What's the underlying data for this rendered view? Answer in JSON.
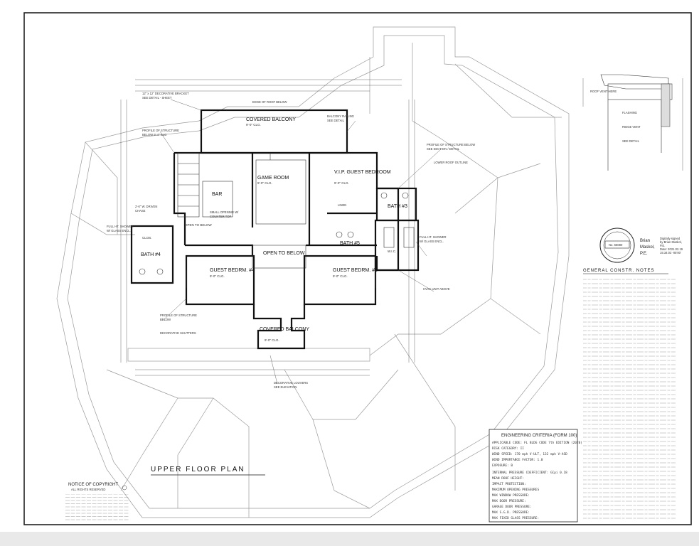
{
  "sheet": {
    "plan_title": "UPPER FLOOR PLAN"
  },
  "rooms": {
    "covered_balcony_top": "COVERED BALCONY",
    "game_room": "GAME ROOM",
    "vip_guest_bedroom": "V.I.P. GUEST BEDROOM",
    "bar": "BAR",
    "bath_3": "BATH #3",
    "bath_4": "BATH #4",
    "bath_5": "BATH #5",
    "open_to_below_main": "OPEN TO BELOW",
    "open_to_below_stair": "OPEN TO BELOW",
    "guest_bedrm_4": "GUEST BEDRM. #4",
    "guest_bedrm_3": "GUEST BEDRM. #3",
    "covered_balcony_bottom": "COVERED BALCONY",
    "clos": "CLOS.",
    "wic": "W.I.C.",
    "ceiling_note": "9'-0\" CLG."
  },
  "seal": {
    "name_line1": "Brian",
    "name_line2": "Maskol,",
    "name_line3": "P.E.",
    "signature_note_1": "Digitally signed",
    "signature_note_2": "by Brian Maskol,",
    "signature_note_3": "P.E.",
    "signature_note_4": "Date: 2021.02.19",
    "signature_note_5": "15:34:03 -05'00'",
    "stamp_number": "No. 66080"
  },
  "notes": {
    "general_title": "GENERAL CONSTR. NOTES",
    "copyright_title": "NOTICE OF COPYRIGHT",
    "copyright_sub": "ALL RIGHTS RESERVED"
  },
  "engineering": {
    "title": "ENGINEERING CRITERIA  (FORM 100)",
    "rows": [
      "APPLICABLE CODE: FL BLDG CODE 7th EDITION (2020)",
      "RISK CATEGORY: II",
      "WIND SPEED: 170 mph V-ULT, 132 mph V-ASD",
      "WIND IMPORTANCE FACTOR: 1.0",
      "EXPOSURE: B",
      "INTERNAL PRESSURE COEFFICIENT: GCpi 0.18",
      "MEAN ROOF HEIGHT:",
      "IMPACT PROTECTION:",
      "MAXIMUM OPENING PRESSURES",
      "MAX WINDOW PRESSURE:",
      "MAX DOOR PRESSURE:",
      "GARAGE DOOR PRESSURE:",
      "MAX S.G.D. PRESSURE:",
      "MAX FIXED GLASS PRESSURE:"
    ]
  }
}
